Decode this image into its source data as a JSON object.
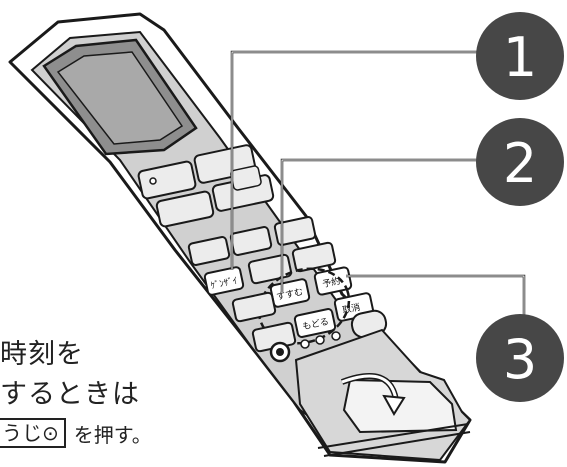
{
  "steps": [
    {
      "number": "1"
    },
    {
      "number": "2"
    },
    {
      "number": "3"
    }
  ],
  "buttons": {
    "genzai": "ｹﾞﾝｻﾞｲ",
    "susumu": "すすむ",
    "modoru": "もどる",
    "yoyaku": "予約",
    "torikeshi": "取消"
  },
  "caption": {
    "line1": "時刻を",
    "line2": "するときは",
    "key_label": "うじ⊙",
    "action": "を押す。"
  }
}
